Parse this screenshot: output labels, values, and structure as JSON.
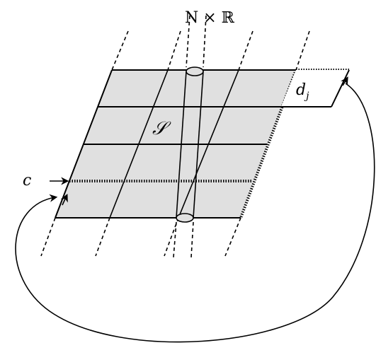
{
  "labels": {
    "product": "N × ℝ",
    "surface": "𝒮",
    "curve_c": "c",
    "disk_d": "d",
    "disk_d_sub": "j"
  },
  "colors": {
    "surface_fill": "#e0e0e0",
    "stroke": "#000000",
    "background": "#ffffff"
  }
}
